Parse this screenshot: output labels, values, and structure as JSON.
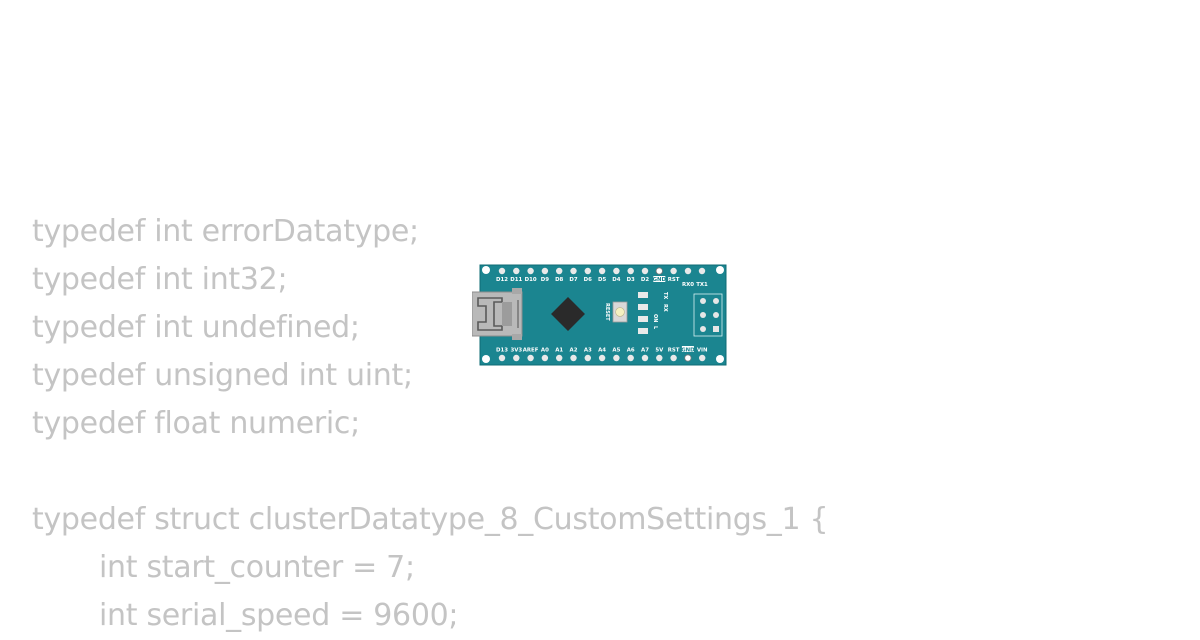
{
  "code": {
    "lines": [
      {
        "text": "typedef int errorDatatype;",
        "indent": false
      },
      {
        "text": "typedef int int32;",
        "indent": false
      },
      {
        "text": "typedef int undefined;",
        "indent": false
      },
      {
        "text": "typedef unsigned int uint;",
        "indent": false
      },
      {
        "text": "typedef float numeric;",
        "indent": false
      },
      {
        "text": "",
        "indent": false
      },
      {
        "text": "typedef struct clusterDatatype_8_CustomSettings_1 {",
        "indent": false
      },
      {
        "text": "int start_counter = 7;",
        "indent": true
      },
      {
        "text": "int serial_speed = 9600;",
        "indent": true
      }
    ]
  },
  "board": {
    "top_pins": [
      "D12",
      "D11",
      "D10",
      "D9",
      "D8",
      "D7",
      "D6",
      "D5",
      "D4",
      "D3",
      "D2",
      "GND",
      "RST"
    ],
    "top_right_labels": [
      "RX0",
      "TX1"
    ],
    "bottom_pins": [
      "D13",
      "3V3",
      "AREF",
      "A0",
      "A1",
      "A2",
      "A3",
      "A4",
      "A5",
      "A6",
      "A7",
      "5V",
      "RST",
      "GND",
      "VIN"
    ],
    "reset_label": "RESET",
    "led_labels": [
      "TX",
      "RX",
      "ON",
      "L"
    ],
    "colors": {
      "pcb": "#1b8590",
      "pcb_edge": "#0f6c76",
      "chip": "#2a2a2a",
      "usb": "#b9b9b9"
    }
  }
}
